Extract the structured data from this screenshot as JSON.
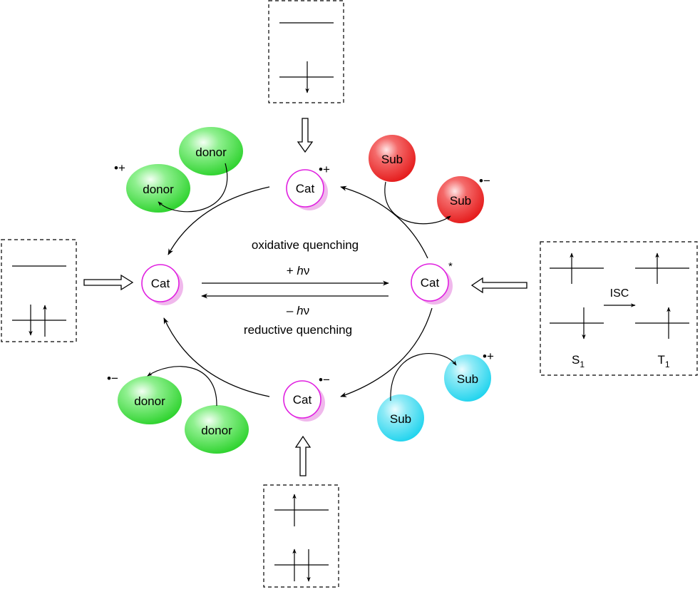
{
  "cat": {
    "label": "Cat",
    "ring_color": "#e020e0",
    "shadow_color": "#f0b8ec",
    "states": {
      "ground": {
        "label": "Cat",
        "charge": ""
      },
      "excited": {
        "label": "Cat",
        "charge": "*"
      },
      "oxidized": {
        "label": "Cat",
        "charge": "•+"
      },
      "reduced": {
        "label": "Cat",
        "charge": "•−"
      }
    }
  },
  "species": {
    "donor_label": "donor",
    "sub_label": "Sub",
    "donor_color": "#2fd32f",
    "sub_red_color": "#e51c1c",
    "sub_cyan_color": "#22d4ee",
    "donor_top": {
      "label": "donor",
      "charge": ""
    },
    "donor_top_oxidized": {
      "label": "donor",
      "charge": "•+"
    },
    "sub_top": {
      "label": "Sub",
      "charge": ""
    },
    "sub_top_reduced": {
      "label": "Sub",
      "charge": "•−"
    },
    "sub_bottom": {
      "label": "Sub",
      "charge": ""
    },
    "sub_bottom_oxidized": {
      "label": "Sub",
      "charge": "•+"
    },
    "donor_bottom": {
      "label": "donor",
      "charge": ""
    },
    "donor_bottom_reduced": {
      "label": "donor",
      "charge": "•−"
    }
  },
  "labels": {
    "oxidative": "oxidative quenching",
    "reductive": "reductive quenching",
    "absorb_sign": "+ ",
    "emit_sign": "– ",
    "h": "h",
    "nu": "ν"
  },
  "isc_box": {
    "isc_label": "ISC",
    "s1": {
      "letter": "S",
      "sub": "1"
    },
    "t1": {
      "letter": "T",
      "sub": "1"
    }
  }
}
